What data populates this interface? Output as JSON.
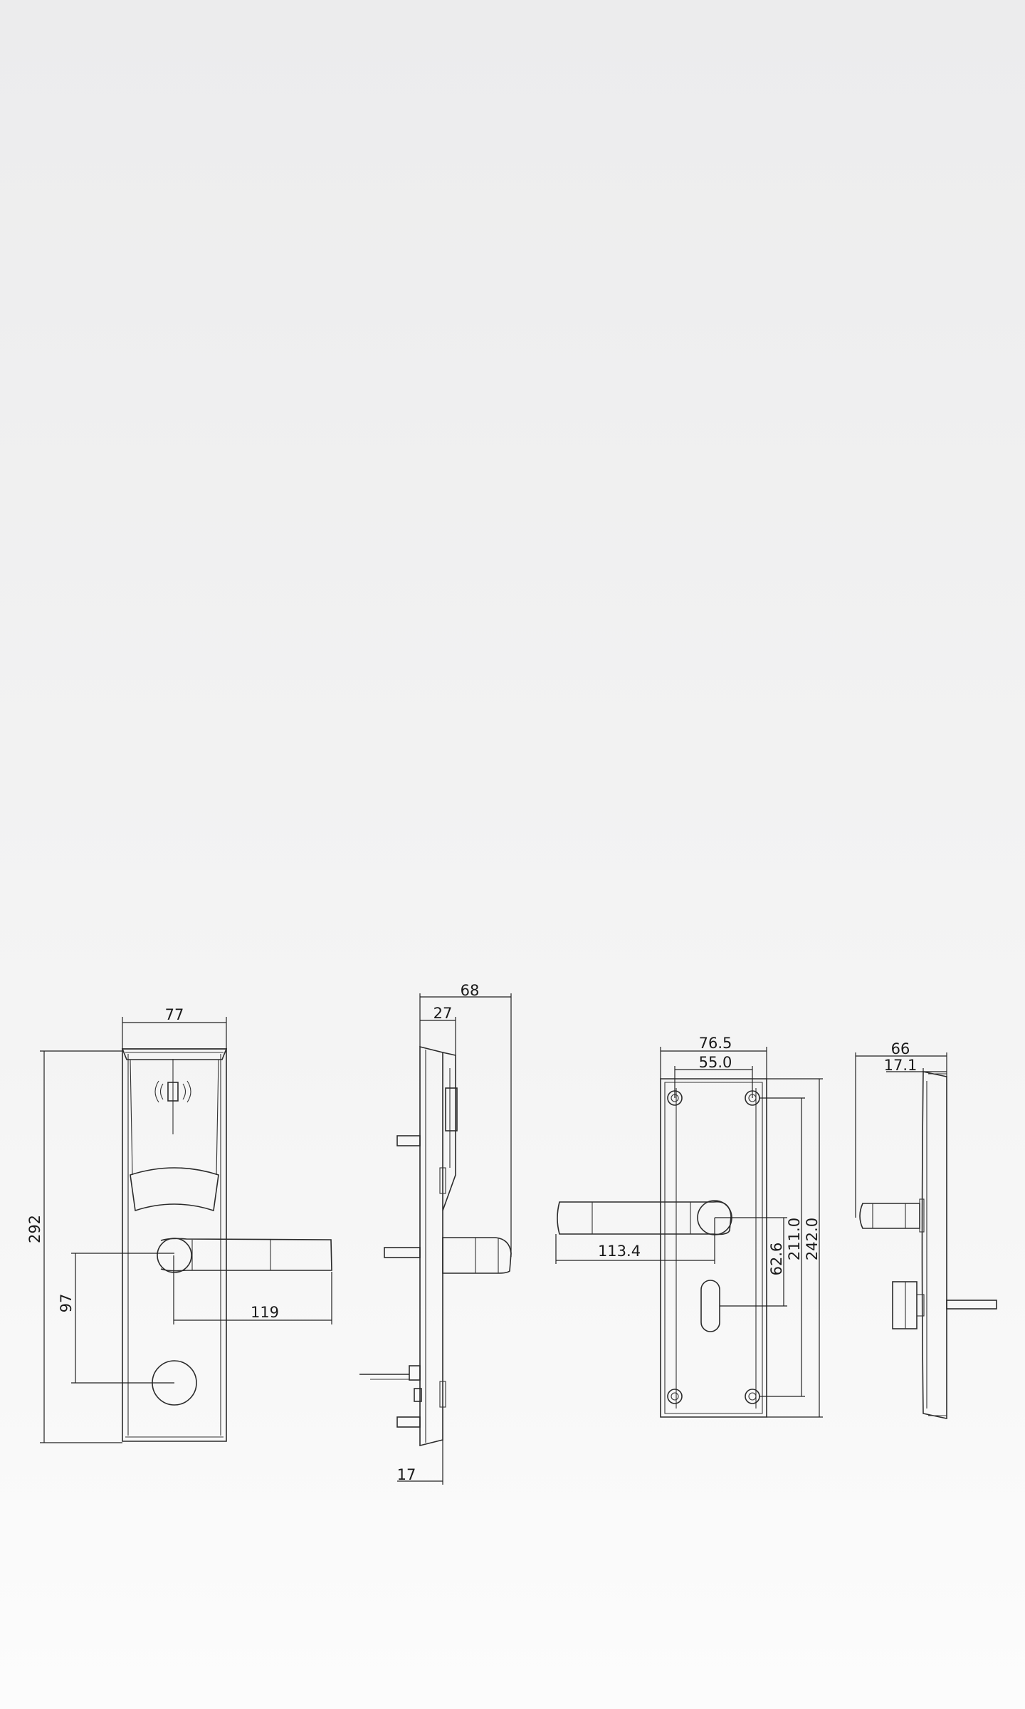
{
  "front_view": {
    "width_label": "77",
    "height_label": "292",
    "lever_label": "119",
    "cylinder_label": "97"
  },
  "side_view": {
    "depth_label": "68",
    "body_label": "27",
    "plate_label": "17"
  },
  "back_view": {
    "plate_width_label": "76.5",
    "hole_spacing_label": "55.0",
    "lever_label": "113.4",
    "spindle_label": "62.6",
    "hole_height_label": "211.0",
    "plate_height_label": "242.0"
  },
  "edge_view": {
    "depth_label": "66",
    "plate_label": "17.1"
  }
}
